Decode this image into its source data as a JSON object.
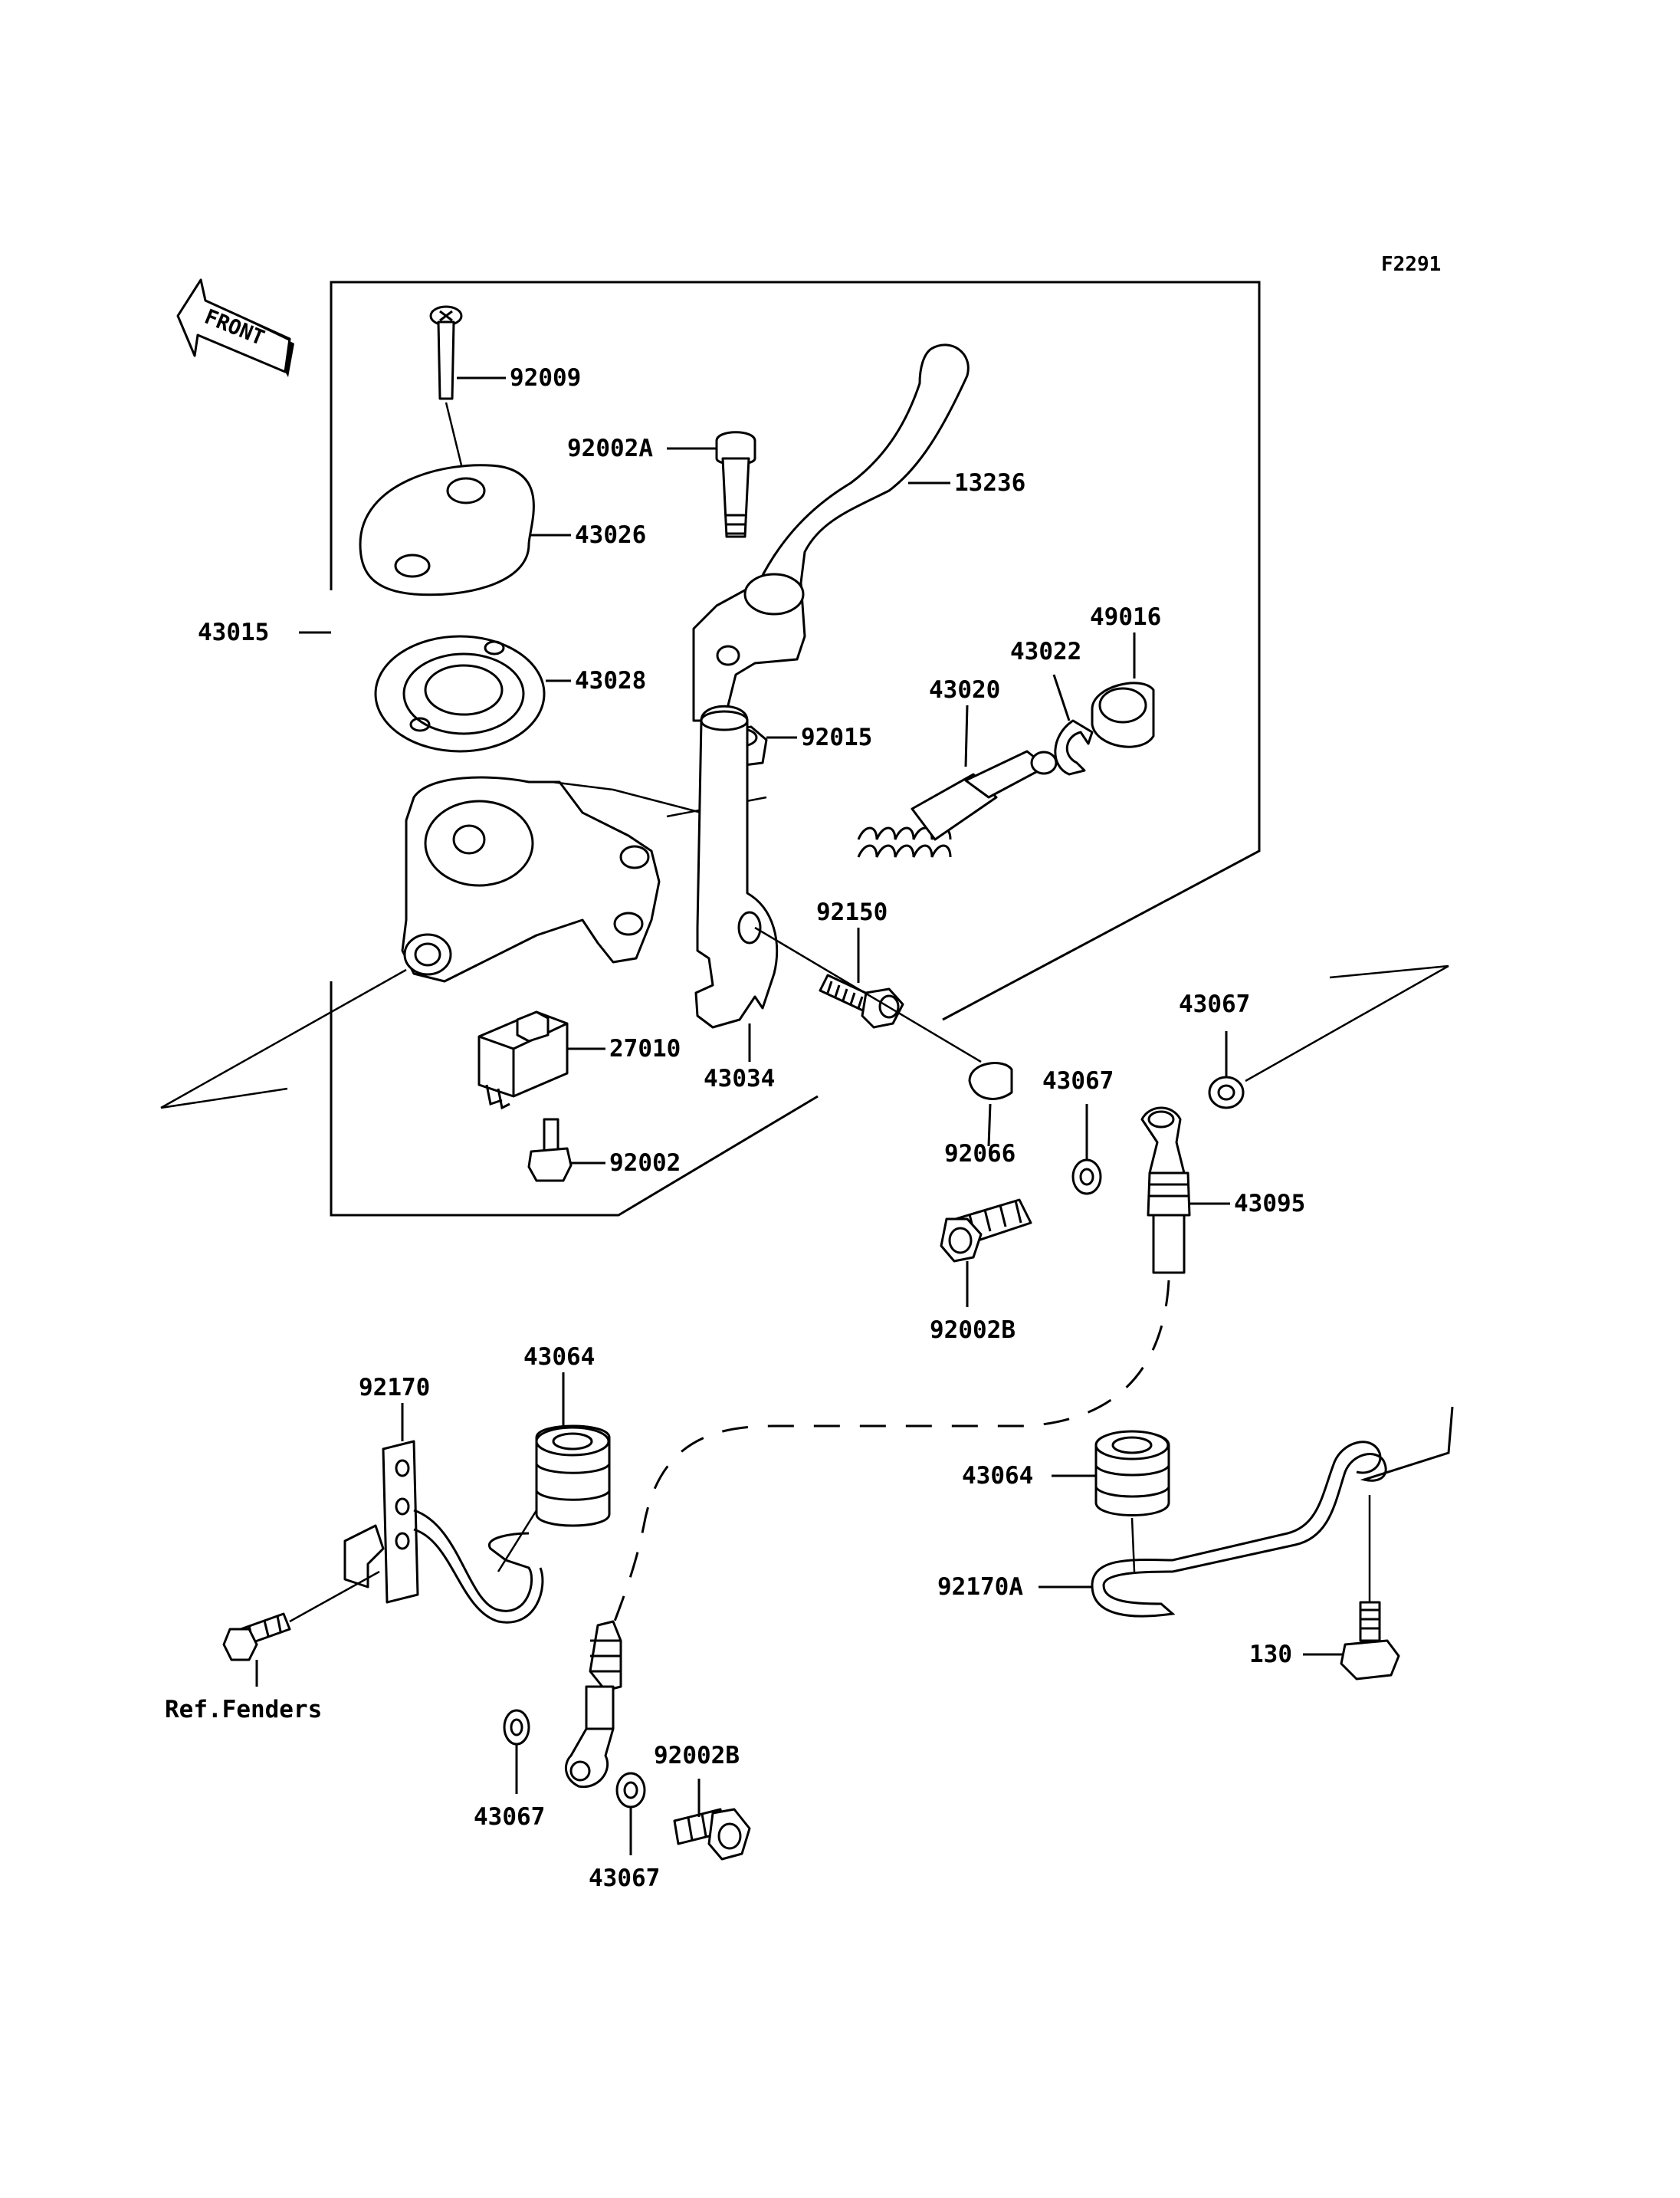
{
  "diagram_code": "F2291",
  "front_label": "FRONT",
  "parts": {
    "p92009": "92009",
    "p92002A": "92002A",
    "p13236": "13236",
    "p43026": "43026",
    "p43015": "43015",
    "p43028": "43028",
    "p49016": "49016",
    "p43022": "43022",
    "p43020": "43020",
    "p92015": "92015",
    "p92150": "92150",
    "p27010": "27010",
    "p43034": "43034",
    "p43067_a": "43067",
    "p43067_b": "43067",
    "p92002": "92002",
    "p92066": "92066",
    "p43095": "43095",
    "p92002B_a": "92002B",
    "p43064_a": "43064",
    "p92170": "92170",
    "p43064_b": "43064",
    "p92170A": "92170A",
    "p130": "130",
    "ref_fenders": "Ref.Fenders",
    "p43067_c": "43067",
    "p92002B_b": "92002B",
    "p43067_d": "43067"
  },
  "icons": {
    "front": "front-arrow-icon"
  }
}
